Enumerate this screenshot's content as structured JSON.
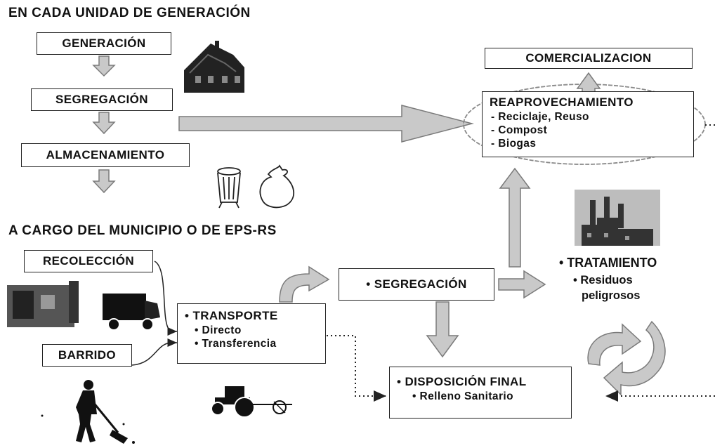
{
  "headings": {
    "top": "EN CADA UNIDAD DE GENERACIÓN",
    "middle": "A CARGO DEL MUNICIPIO O DE EPS-RS"
  },
  "household": {
    "generacion": "GENERACIÓN",
    "segregacion": "SEGREGACIÓN",
    "almacenamiento": "ALMACENAMIENTO"
  },
  "comercializacion": "COMERCIALIZACION",
  "reaprovechamiento": {
    "title": "REAPROVECHAMIENTO",
    "items": [
      "- Reciclaje, Reuso",
      "- Compost",
      "- Biogas"
    ]
  },
  "municipio": {
    "recoleccion": "RECOLECCIÓN",
    "barrido": "BARRIDO",
    "transporte": {
      "title": "• TRANSPORTE",
      "items": [
        "• Directo",
        "• Transferencia"
      ]
    },
    "segregacion": "• SEGREGACIÓN",
    "tratamiento": {
      "title": "• TRATAMIENTO",
      "items": [
        "• Residuos",
        "peligrosos"
      ]
    },
    "disposicion": {
      "title": "• DISPOSICIÓN FINAL",
      "items": [
        "• Relleno Sanitario"
      ]
    }
  },
  "colors": {
    "arrow_fill": "#c9c9c9",
    "arrow_stroke": "#7a7a7a",
    "ellipse": "#8a8a8a",
    "line": "#222222"
  }
}
